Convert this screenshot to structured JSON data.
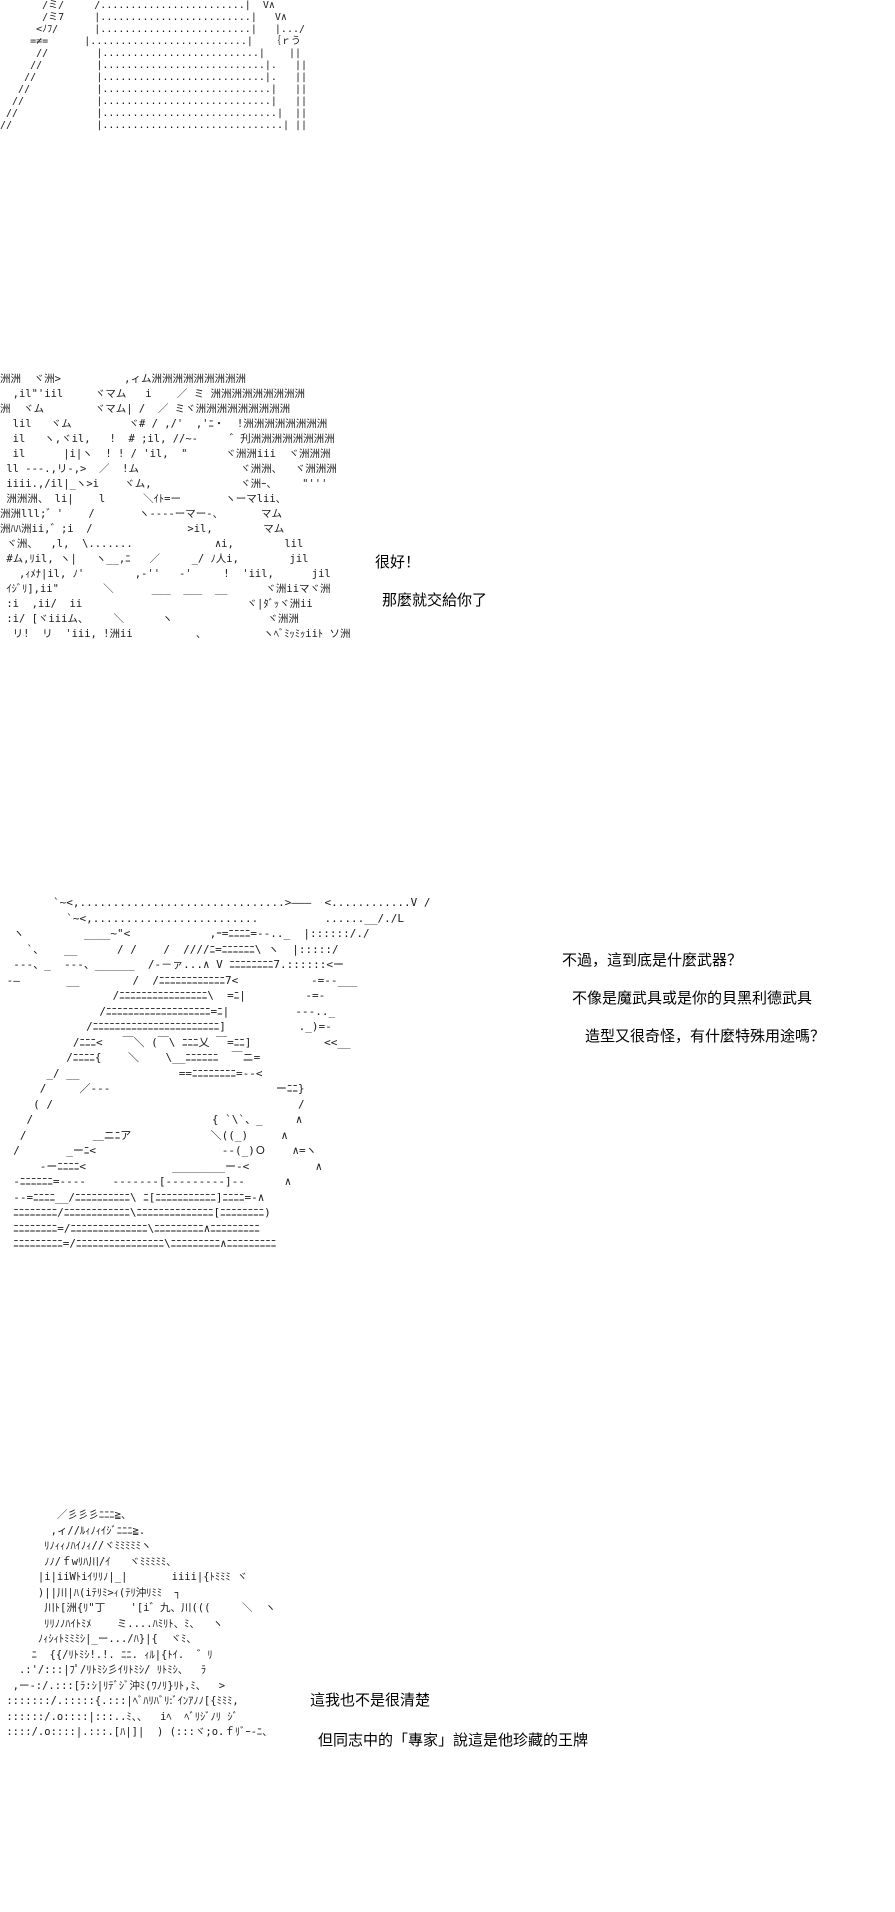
{
  "panels": [
    {
      "art": "       /ミ/     /........................|  V∧\n       /ミ7     |.........................|   V∧\n      <ﾉﾌ/      |.........................|   |.../\n     =≠=      |..........................|   ｛ｒう\n      //        |..........................|    ||\n     //         |...........................|.   ||\n    //          |...........................|.   ||\n   //           |............................|   ||\n  //            |............................|   ||\n //             |.............................|  ||\n//              |..............................| ||",
      "lines": []
    },
    {
      "art": "洲洲  ヾ洲>          ,ィム洲洲洲洲洲洲洲洲洲\n  ,il\"'iil     ヾマム   i    ／ ミ 洲洲洲洲洲洲洲洲洲\n洲  ヾム        ヾマム| /  ／ ミヾ洲洲洲洲洲洲洲洲洲\n  lil   ヾム         ヾ# / ,/'  ,'ﾆ・  !洲洲洲洲洲洲洲洲\n  il   ヽ,ヾil,   !  # ;il, //~-     ゛刋洲洲洲洲洲洲洲洲\n  il      |i|ヽ  ! ! / 'il,  \"      ヾ洲洲iii  ヾ洲洲洲\n ll ---.,リ-,>  ／  !ム                ヾ洲洲、  ヾ洲洲洲\n iiii.,/il|_ヽ>i    ヾム,              ヾ洲ｰ、    \"'''\n 洲洲洲、 li|    l      ＼ｲﾄ=ー       ヽーマlii、\n洲洲lll;゛'    /       ヽ----ーマー-、      マム\n洲ﾊﾊ洲ii,゛;i  /               >il,        マム\n ヾ洲、  ,l,  \\.......             ∧i,        lil\n #ム,ﾘil, ヽ|   ヽ__,ﾆ   ／     _/ ﾉ人i,        jil\n   ,ｨﾒﾅ|il, ﾉ'        ,-''   -'     !  'iil,      jil\n ｲｼﾞﾘ],ii\"       ＼      ___  ___  __      ヾ洲iiマヾ洲\n :i  ,ii/  ii                          ヾ|ﾀﾞｯヾ洲ii\n :i/ [ヾiiiム、    ＼      ヽ               ヾ洲洲\n  リ!  リ  'iii, !洲ii          、         ヽﾍﾞﾐｯﾐｯiiﾄ ソ洲",
      "lines": [
        "很好！",
        "那麼就交給你了"
      ]
    },
    {
      "art": "        `~<,...............................>―――  <............V /\n          `~<,.........................          ......__/./L\n  ヽ         ____~\"<            ,ｰ=ﾆﾆﾆﾆ=--.._  |::::::/./\n    `、   __      / /    /  ////ﾆ=ﾆﾆﾆﾆﾆﾆ\\ ヽ  |:::::/\n  ‐‐-、_  ‐‐-、______  /‐－ァ...∧ V ﾆﾆﾆﾆﾆﾆﾆﾆ7.::::::<ー\n ‐―       __        /  /ﾆﾆﾆﾆﾆﾆﾆﾆﾆﾆﾆﾆ7<           ‐=‐‐___\n                 /ﾆﾆﾆﾆﾆﾆﾆﾆﾆﾆﾆﾆﾆﾆﾆﾆ\\  =ﾆ|         ‐=-\n               /ﾆﾆﾆﾆﾆﾆﾆﾆﾆﾆﾆﾆﾆﾆﾆﾆﾆﾆﾆ=ﾆ|          ‐‐‐.._\n             /ﾆﾆﾆﾆﾆﾆﾆﾆﾆﾆﾆﾆﾆﾆﾆﾆﾆﾆﾆﾆﾆﾆﾆ]           ._)=‐\n           /ﾆﾆﾆ<   ￣＼ (￣\\ ﾆﾆﾆ乂 ￣=ﾆﾆ]           <<__\n          /ﾆﾆﾆﾆ{    ＼    \\__ﾆﾆﾆﾆﾆﾆ  ￣ニ=\n       _/ __               ==ﾆﾆﾆﾆﾆﾆﾆﾆ=--<\n      /     ／‐‐‐                         ーﾆﾆ}\n     ( /                                     /\n    /                           { `\\`、_     ∧\n   /          ＿ニﾆア            ＼((_)     ∧\n  /       _ーﾆ<                   ‐‐(_)Ｏ    ∧=ヽ\n      -ーﾆﾆﾆﾆ<             ________ー‐<          ∧\n  ‐ﾆﾆﾆﾆﾆﾆ=‐‐-‐    ‐‐‐‐‐‐‐[‐‐‐‐‐‐‐‐‐]-‐      ∧\n  ‐‐=ﾆﾆﾆﾆ__/ﾆﾆﾆﾆﾆﾆﾆﾆﾆﾆ\\ ﾆ[ﾆﾆﾆﾆﾆﾆﾆﾆﾆﾆﾆ]ﾆﾆﾆﾆ=‐∧\n  ﾆﾆﾆﾆﾆﾆﾆﾆ/ﾆﾆﾆﾆﾆﾆﾆﾆﾆﾆﾆﾆ\\ﾆﾆﾆﾆﾆﾆﾆﾆﾆﾆﾆﾆﾆﾆ[ﾆﾆﾆﾆﾆﾆﾆﾆ)\n  ﾆﾆﾆﾆﾆﾆﾆﾆ=/ﾆﾆﾆﾆﾆﾆﾆﾆﾆﾆﾆﾆﾆﾆ\\ﾆﾆﾆﾆﾆﾆﾆﾆﾆ∧ﾆﾆﾆﾆﾆﾆﾆﾆﾆ\n  ﾆﾆﾆﾆﾆﾆﾆﾆﾆ=/ﾆﾆﾆﾆﾆﾆﾆﾆﾆﾆﾆﾆﾆﾆﾆﾆ\\ﾆﾆﾆﾆﾆﾆﾆﾆﾆ∧ﾆﾆﾆﾆﾆﾆﾆﾆﾆ",
      "lines": [
        "不過，這到底是什麼武器？",
        "不像是魔武具或是你的貝黑利德武具",
        "造型又很奇怪，有什麼特殊用途嗎？"
      ]
    },
    {
      "art": "         ／彡彡彡ﾆﾆﾆ≧、\n        ,ィ//ﾙｨﾉｨｲｼﾞﾆﾆﾆ≧.\n       ﾘﾉｨｨﾉﾊｲﾉｨ//ヾﾐﾐﾐﾐﾐヽ\n       ﾉﾉ/ｆwﾘﾊ川/ｲ   ヾﾐﾐﾐﾐﾐ、\n      |i|iiWﾄiｲﾘﾘﾉ|_|       iiii|{ﾄﾐﾐﾐ ヾ\n      )||川|ﾊ(iﾃﾘﾐ>ｨ(ﾃﾘ沖ﾘﾐﾐ  ┐\n       川ﾄ[洲{ﾘ\"丁    '[i゛九、川(((     ＼  ヽ\n       ﾘﾘﾉﾉﾊｲﾄﾐﾒ    ミ....ﾊﾐﾘﾄ、ﾐ、  ヽ\n      ﾉｨｼｨﾄﾐﾐﾐｼ|_ー.../ﾊ}|{  ヾﾐ、\n     ﾆ  {{/ﾘﾄﾐｼ!.!. ﾆﾆ. ｨﾙ|{ﾄｲ.  ゛ﾘ\n   .:'/:::|ﾌﾟ/ﾘﾄﾐｼ彡ｲﾘﾄﾐｼ/ ﾘﾄﾐｼ、  ﾗ\n  ,ー‐:/.:::[ﾗ:ｼ|ﾘﾃﾞｼﾞ沖ﾐ(ﾜﾉﾘ}ﾘﾄ,ﾐ、  >\n :::::::/.:::::{.:::|ﾍﾞﾊﾘﾊﾞﾘ:ﾞｲﾝｱﾉﾉ[{ﾐﾐﾐ,\n ::::::/.o::::|:::..ﾐ、、  iﾍ  ﾍﾞﾘｼﾞﾉﾘ ｼﾞ\n ::::/.o::::|.:::.[ﾊ|]|  ) (:::ヾ;o.ｆﾘﾞｰ‐ﾆ、",
      "lines": [
        "這我也不是很清楚",
        "但同志中的「專家」說這是他珍藏的王牌"
      ]
    }
  ]
}
